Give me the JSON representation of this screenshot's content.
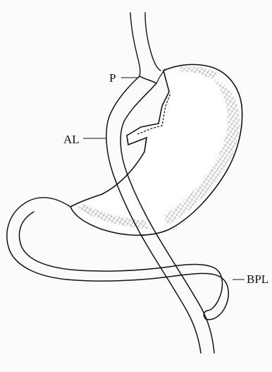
{
  "labels": {
    "p": "P",
    "al": "AL",
    "bpl": "BPL"
  },
  "colors": {
    "ink": "#111111",
    "paper": "#fbfbfb",
    "hatch": "#222222"
  }
}
